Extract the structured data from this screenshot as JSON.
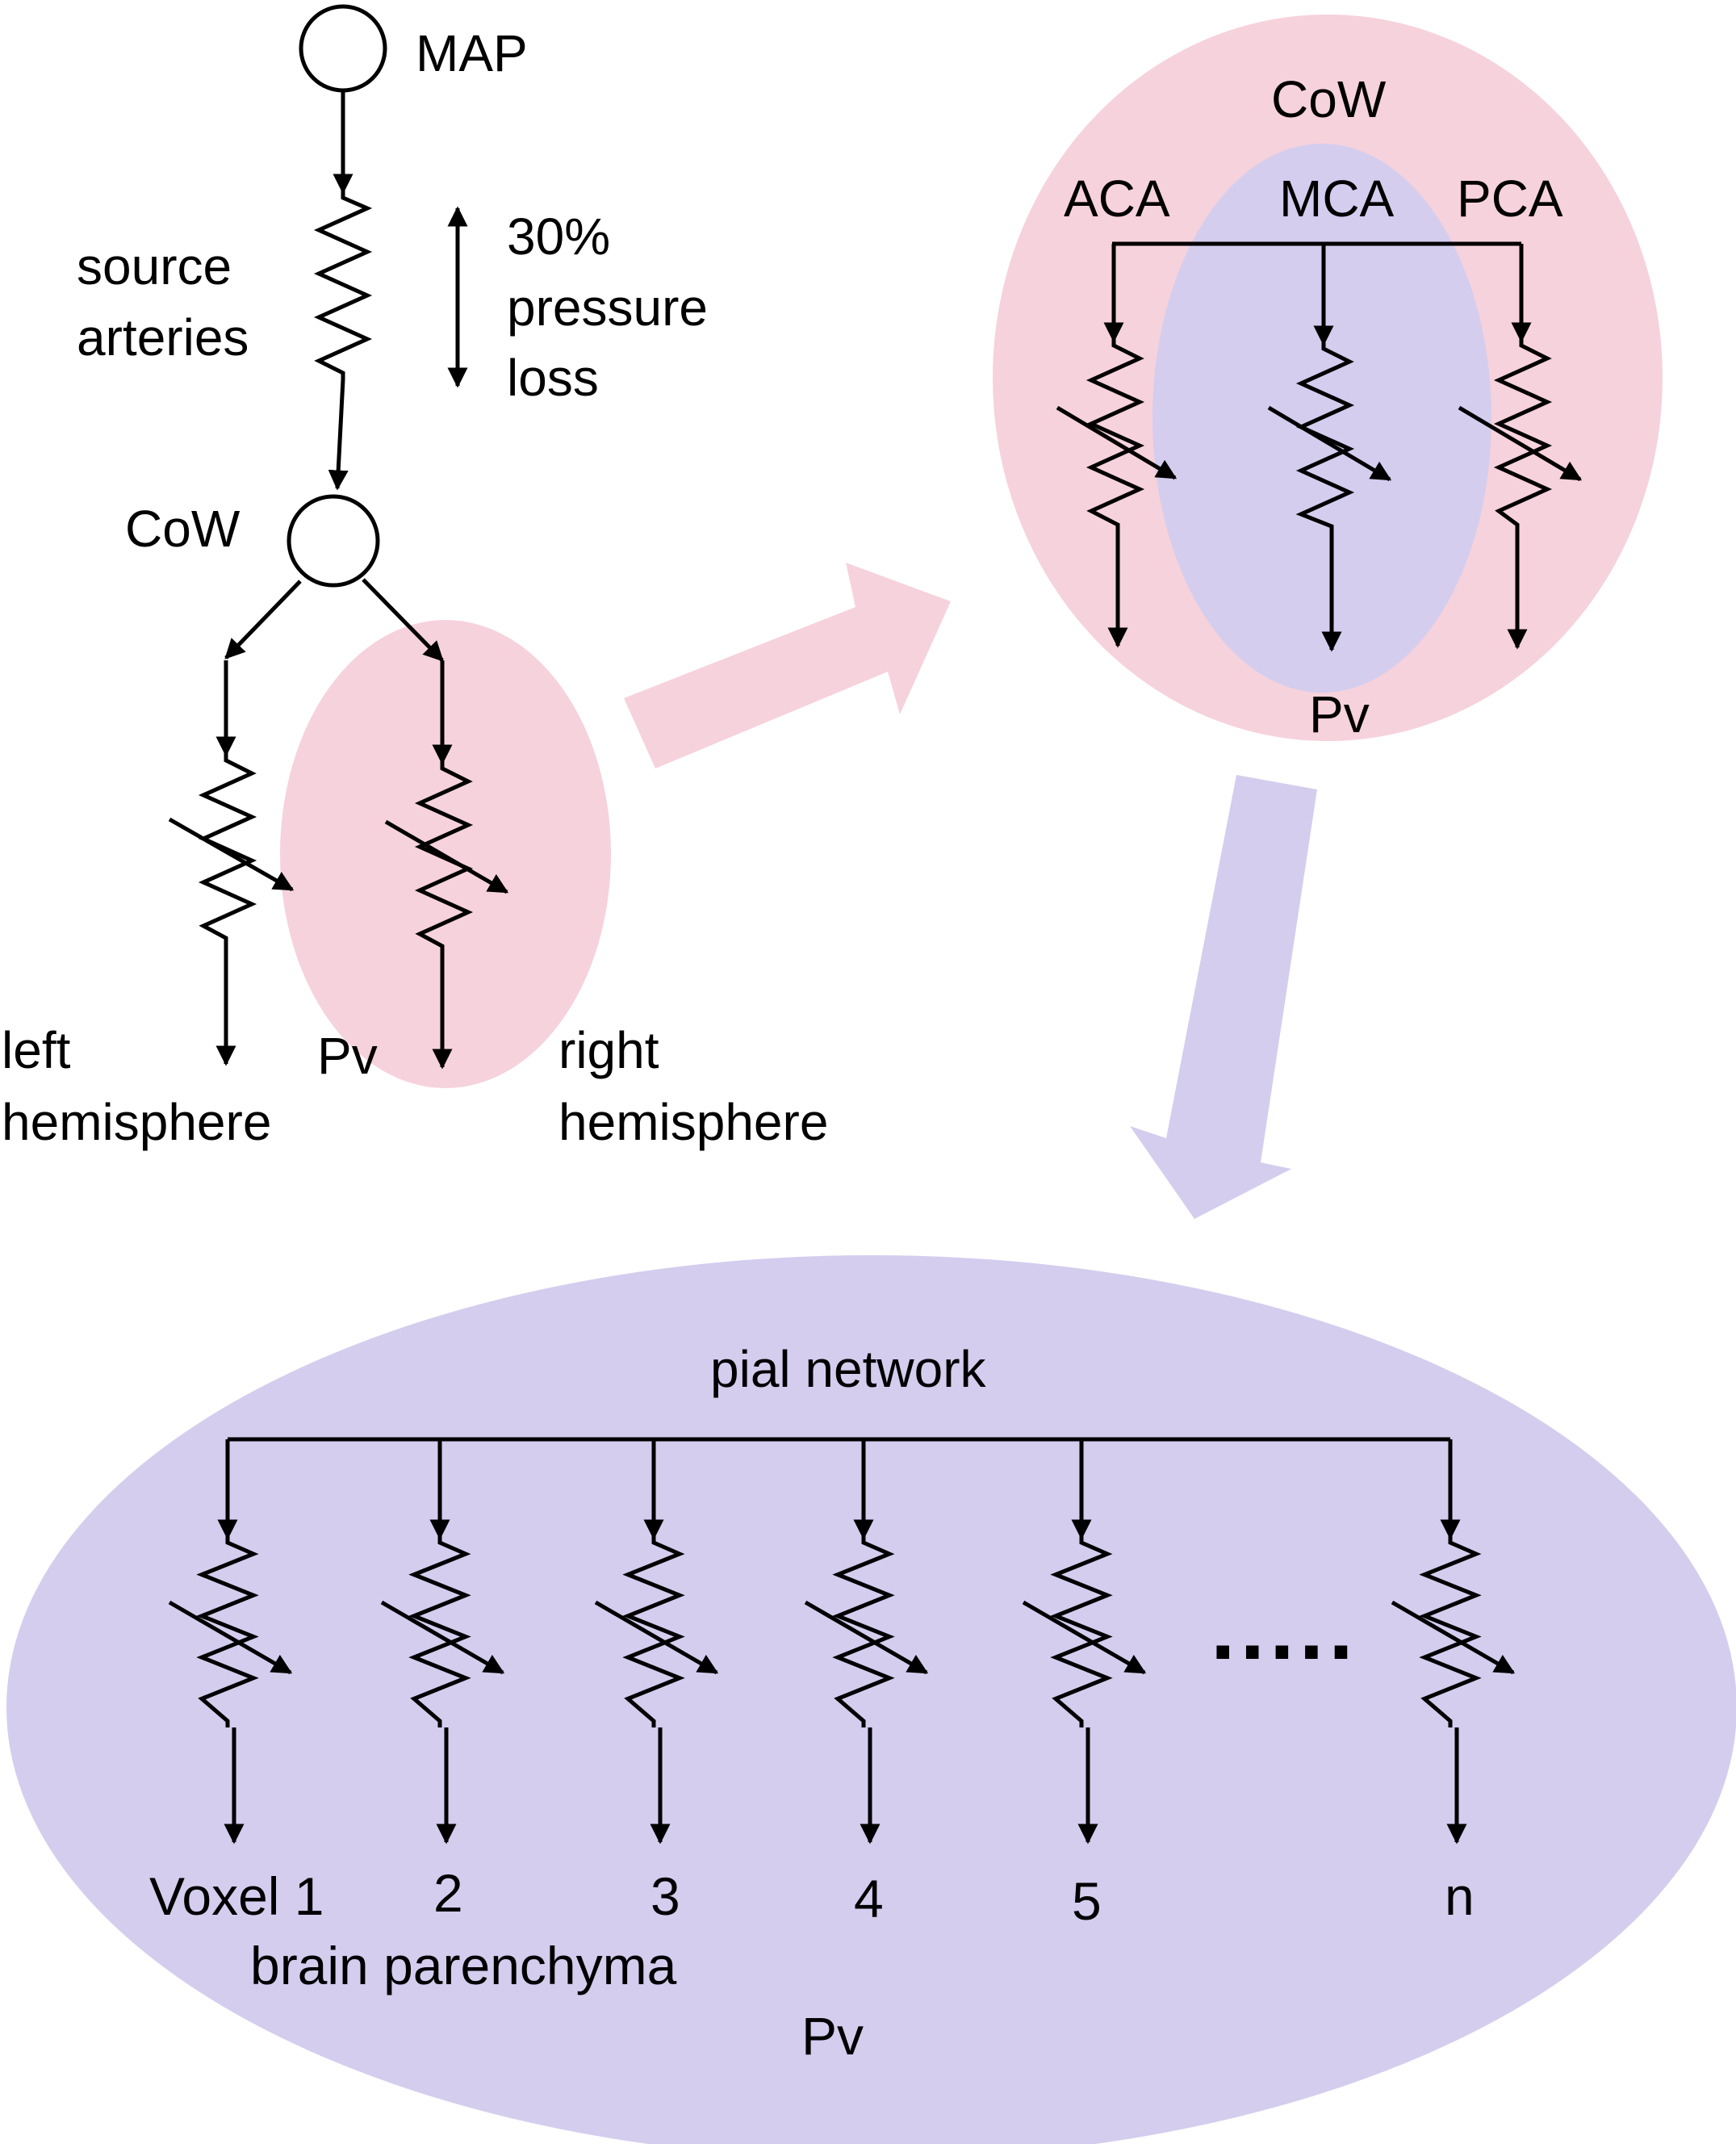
{
  "colors": {
    "pink": "#f6d2dc",
    "lavender": "#d4cdee",
    "line": "#000000"
  },
  "top_chain": {
    "map_label": "MAP",
    "source_label_line1": "source",
    "source_label_line2": "arteries",
    "loss_line1": "30%",
    "loss_line2": "pressure",
    "loss_line3": "loss",
    "cow_label": "CoW",
    "left_line1": "left",
    "left_line2": "hemisphere",
    "pv_label": "Pv",
    "right_line1": "right",
    "right_line2": "hemisphere"
  },
  "cow_detail": {
    "title": "CoW",
    "branches": [
      "ACA",
      "MCA",
      "PCA"
    ],
    "pv_label": "Pv"
  },
  "pial": {
    "title": "pial network",
    "voxel_labels": [
      "Voxel 1",
      "2",
      "3",
      "4",
      "5",
      "n"
    ],
    "ellipsis": ".....",
    "parenchyma_label": "brain parenchyma",
    "pv_label": "Pv"
  }
}
